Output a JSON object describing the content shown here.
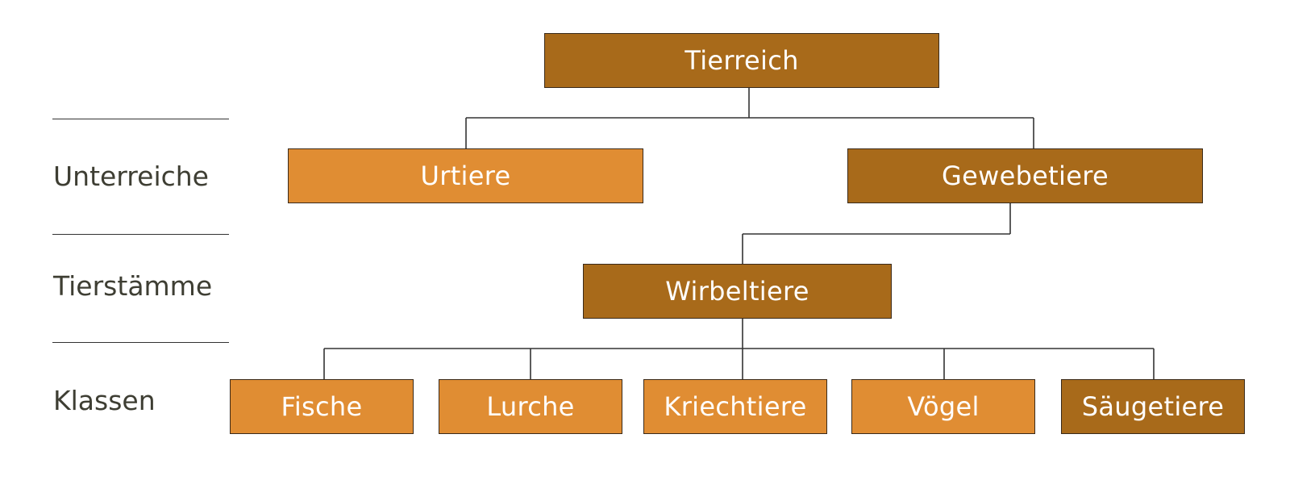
{
  "levels": {
    "unterreiche": "Unterreiche",
    "tierstaemme": "Tierstämme",
    "klassen": "Klassen"
  },
  "nodes": {
    "tierreich": "Tierreich",
    "urtiere": "Urtiere",
    "gewebetiere": "Gewebetiere",
    "wirbeltiere": "Wirbeltiere",
    "fische": "Fische",
    "lurche": "Lurche",
    "kriechtiere": "Kriechtiere",
    "voegel": "Vögel",
    "saeugetiere": "Säugetiere"
  },
  "colors": {
    "highlighted": "#a86a1a",
    "normal": "#e08d33",
    "text": "#ffffff",
    "label": "#3e3e33",
    "line": "#333333"
  }
}
